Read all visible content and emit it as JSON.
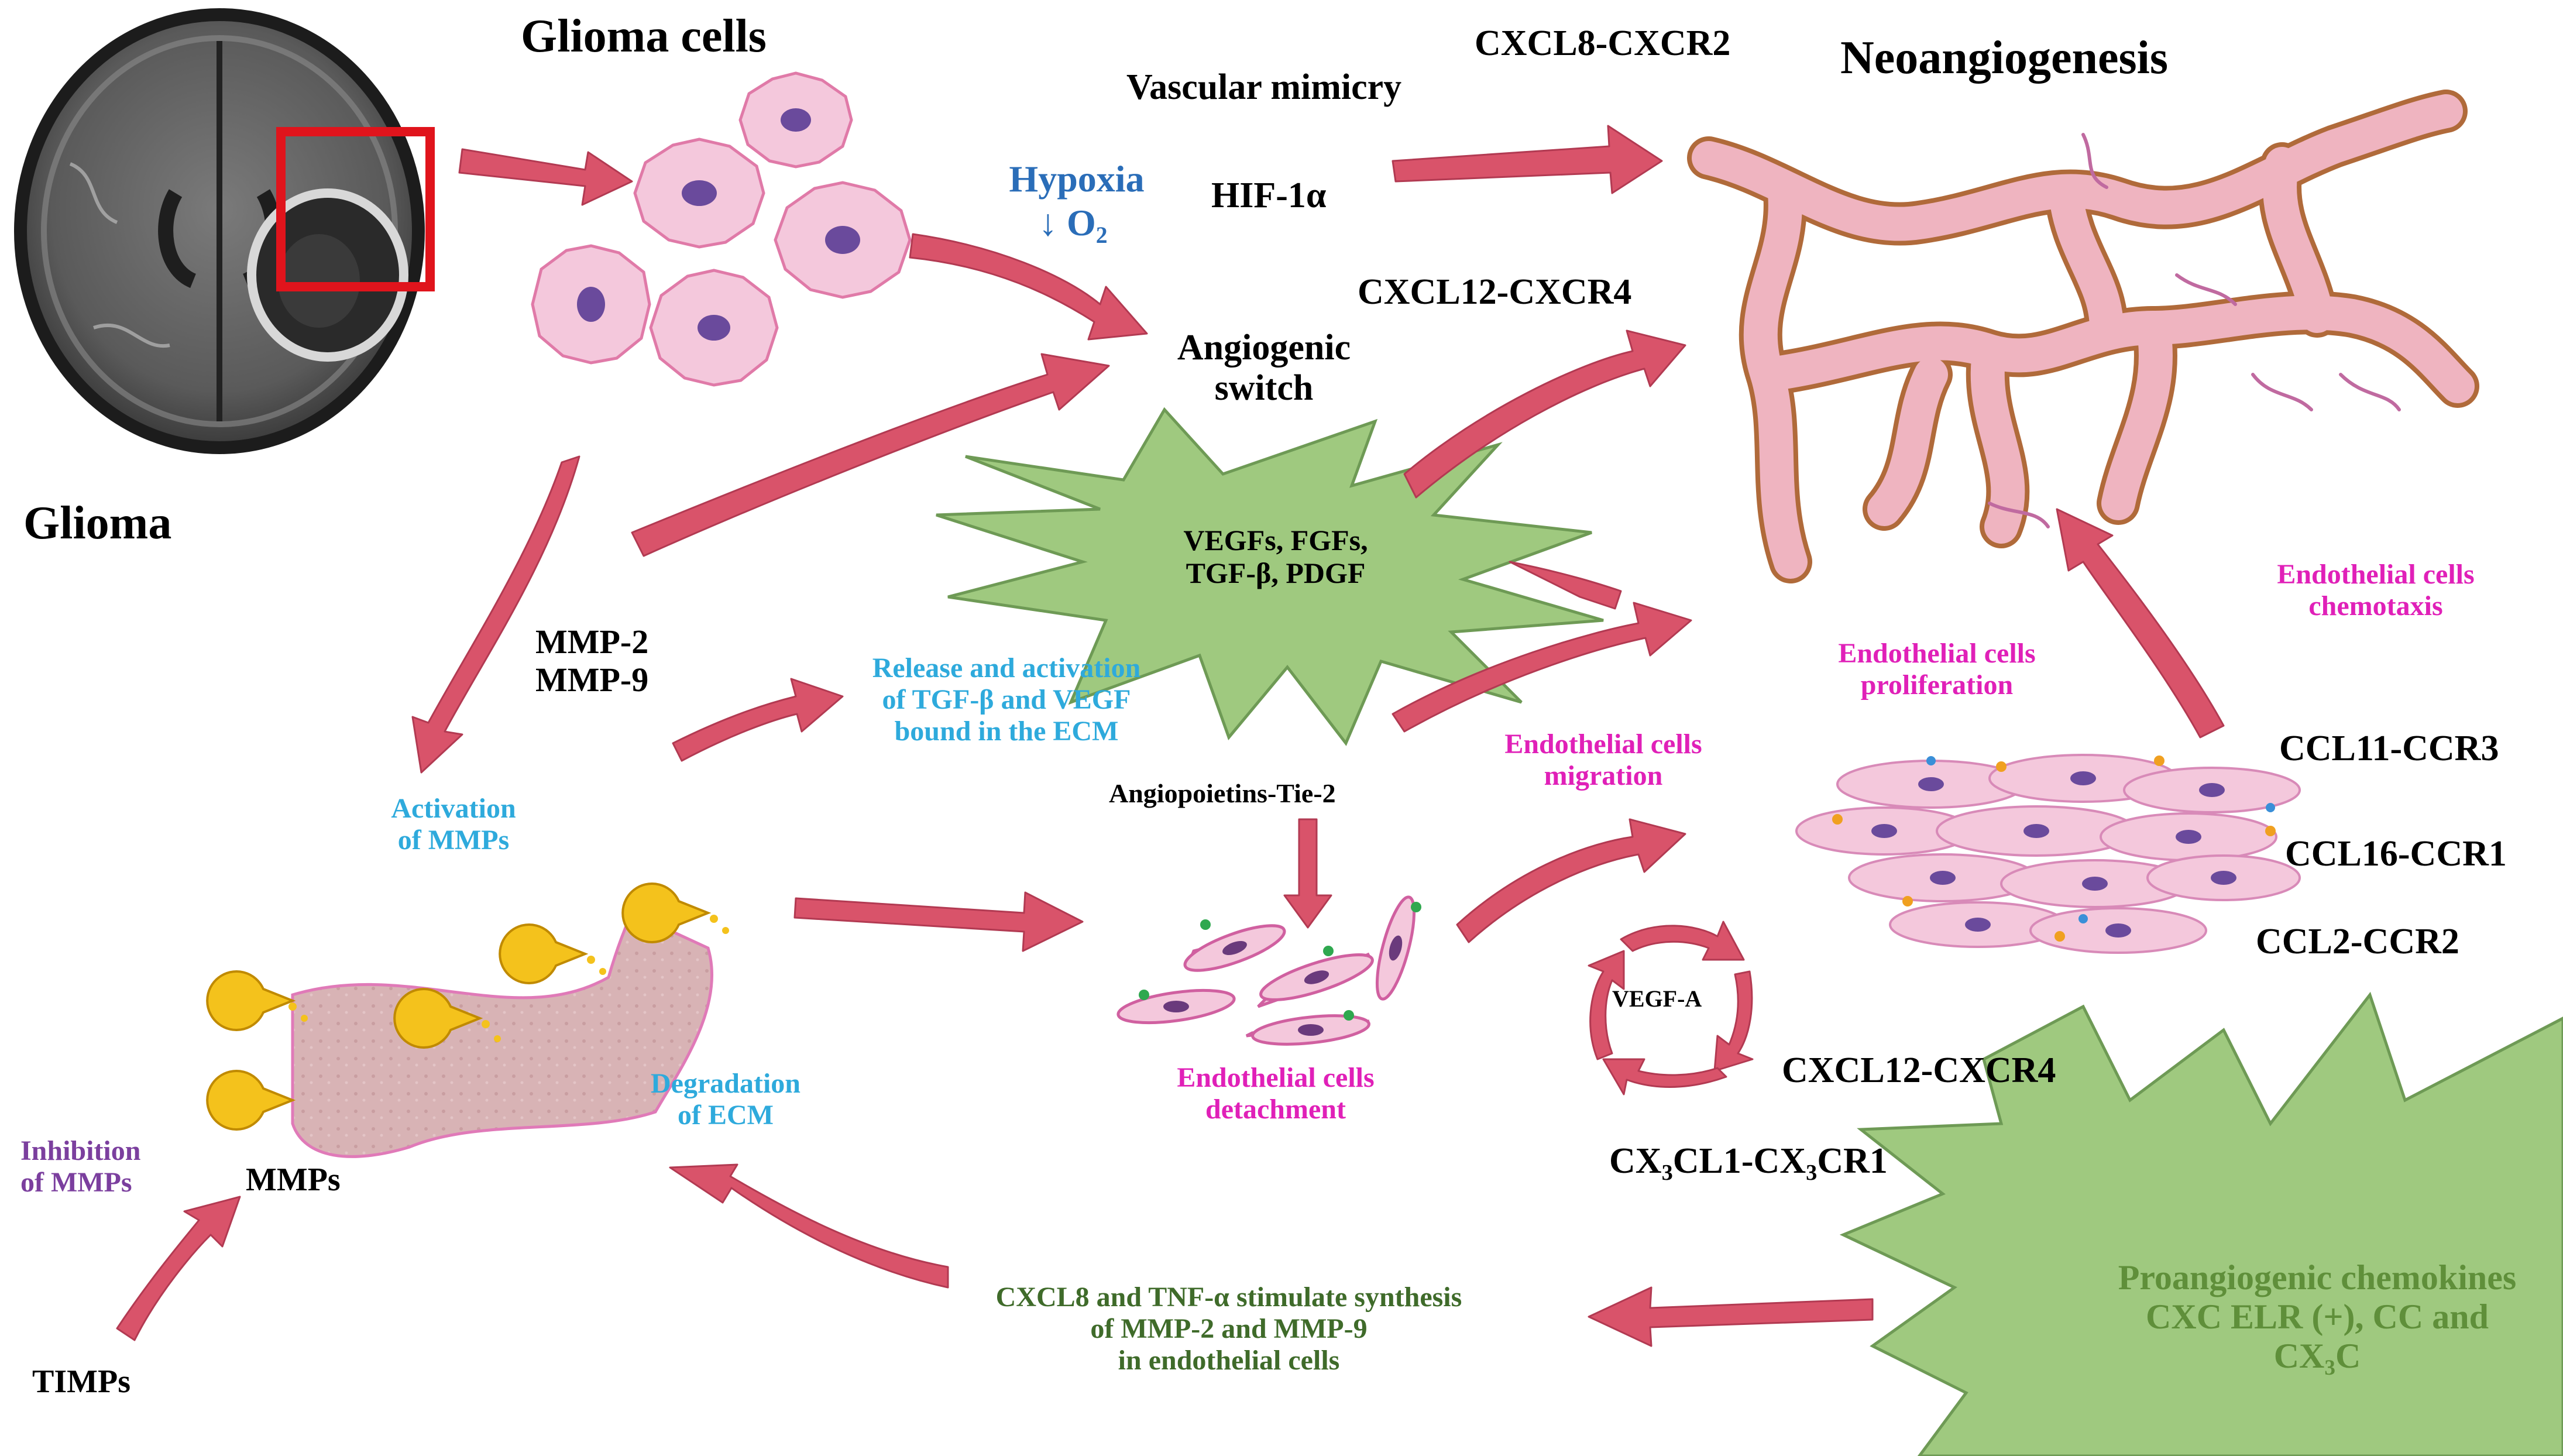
{
  "colors": {
    "arrow": "#d9536a",
    "arrow_edge": "#b23a52",
    "star_fill": "#9fc97f",
    "star_edge": "#6e9a55",
    "ecm_fill": "#d8b3b5",
    "cell_fill": "#f4c8dc",
    "nucleus": "#6a4a9c",
    "vessel": "#e9a7b5",
    "vessel_edge": "#b06a3a",
    "pacman": "#f4c21c",
    "highlight_box": "#e0141c"
  },
  "labels": {
    "glioma_cells": "Glioma cells",
    "glioma": "Glioma",
    "vascular_mimicry": "Vascular  mimicry",
    "cxcl8_cxcr2": "CXCL8-CXCR2",
    "neoangiogenesis": "Neoangiogenesis",
    "hypoxia": "Hypoxia",
    "o2_arrow": "↓",
    "o2": "O",
    "o2_sub": "2",
    "hif": "HIF-1α",
    "cxcl12_cxcr4_top": "CXCL12-CXCR4",
    "angiogenic_1": "Angiogenic",
    "angiogenic_2": "switch",
    "growth_1": "VEGFs, FGFs,",
    "growth_2": "TGF-β, PDGF",
    "mmp2": "MMP-2",
    "mmp9": "MMP-9",
    "release_1": "Release and activation",
    "release_2": "of TGF-β  and VEGF",
    "release_3": "bound  in the ECM",
    "activation_1": "Activation",
    "activation_2": "of MMPs",
    "angiopoietins": "Angiopoietins-Tie-2",
    "migration_1": "Endothelial  cells",
    "migration_2": "migration",
    "proliferation_1": "Endothelial cells",
    "proliferation_2": "proliferation",
    "chemotaxis_1": "Endothelial  cells",
    "chemotaxis_2": "chemotaxis",
    "ccl11": "CCL11-CCR3",
    "ccl16": "CCL16-CCR1",
    "ccl2": "CCL2-CCR2",
    "vegfa": "VEGF-A",
    "cxcl12_cxcr4_bottom": "CXCL12-CXCR4",
    "cx3_p1": "CX",
    "cx3_s1": "3",
    "cx3_p2": "CL1-CX",
    "cx3_s2": "3",
    "cx3_p3": "CR1",
    "degradation_1": "Degradation",
    "degradation_2": "of ECM",
    "detachment_1": "Endothelial  cells",
    "detachment_2": "detachment",
    "inhibition_1": "Inhibition",
    "inhibition_2": "of MMPs",
    "mmps": "MMPs",
    "timps": "TIMPs",
    "stimulate_1": "CXCL8  and  TNF-α  stimulate  synthesis",
    "stimulate_2": "of MMP-2  and MMP-9",
    "stimulate_3": "in endothelial  cells",
    "proangio_1": "Proangiogenic chemokines",
    "proangio_2": "CXC ELR (+), CC and",
    "proangio_3p": "CX",
    "proangio_3s": "3",
    "proangio_3e": "C"
  }
}
